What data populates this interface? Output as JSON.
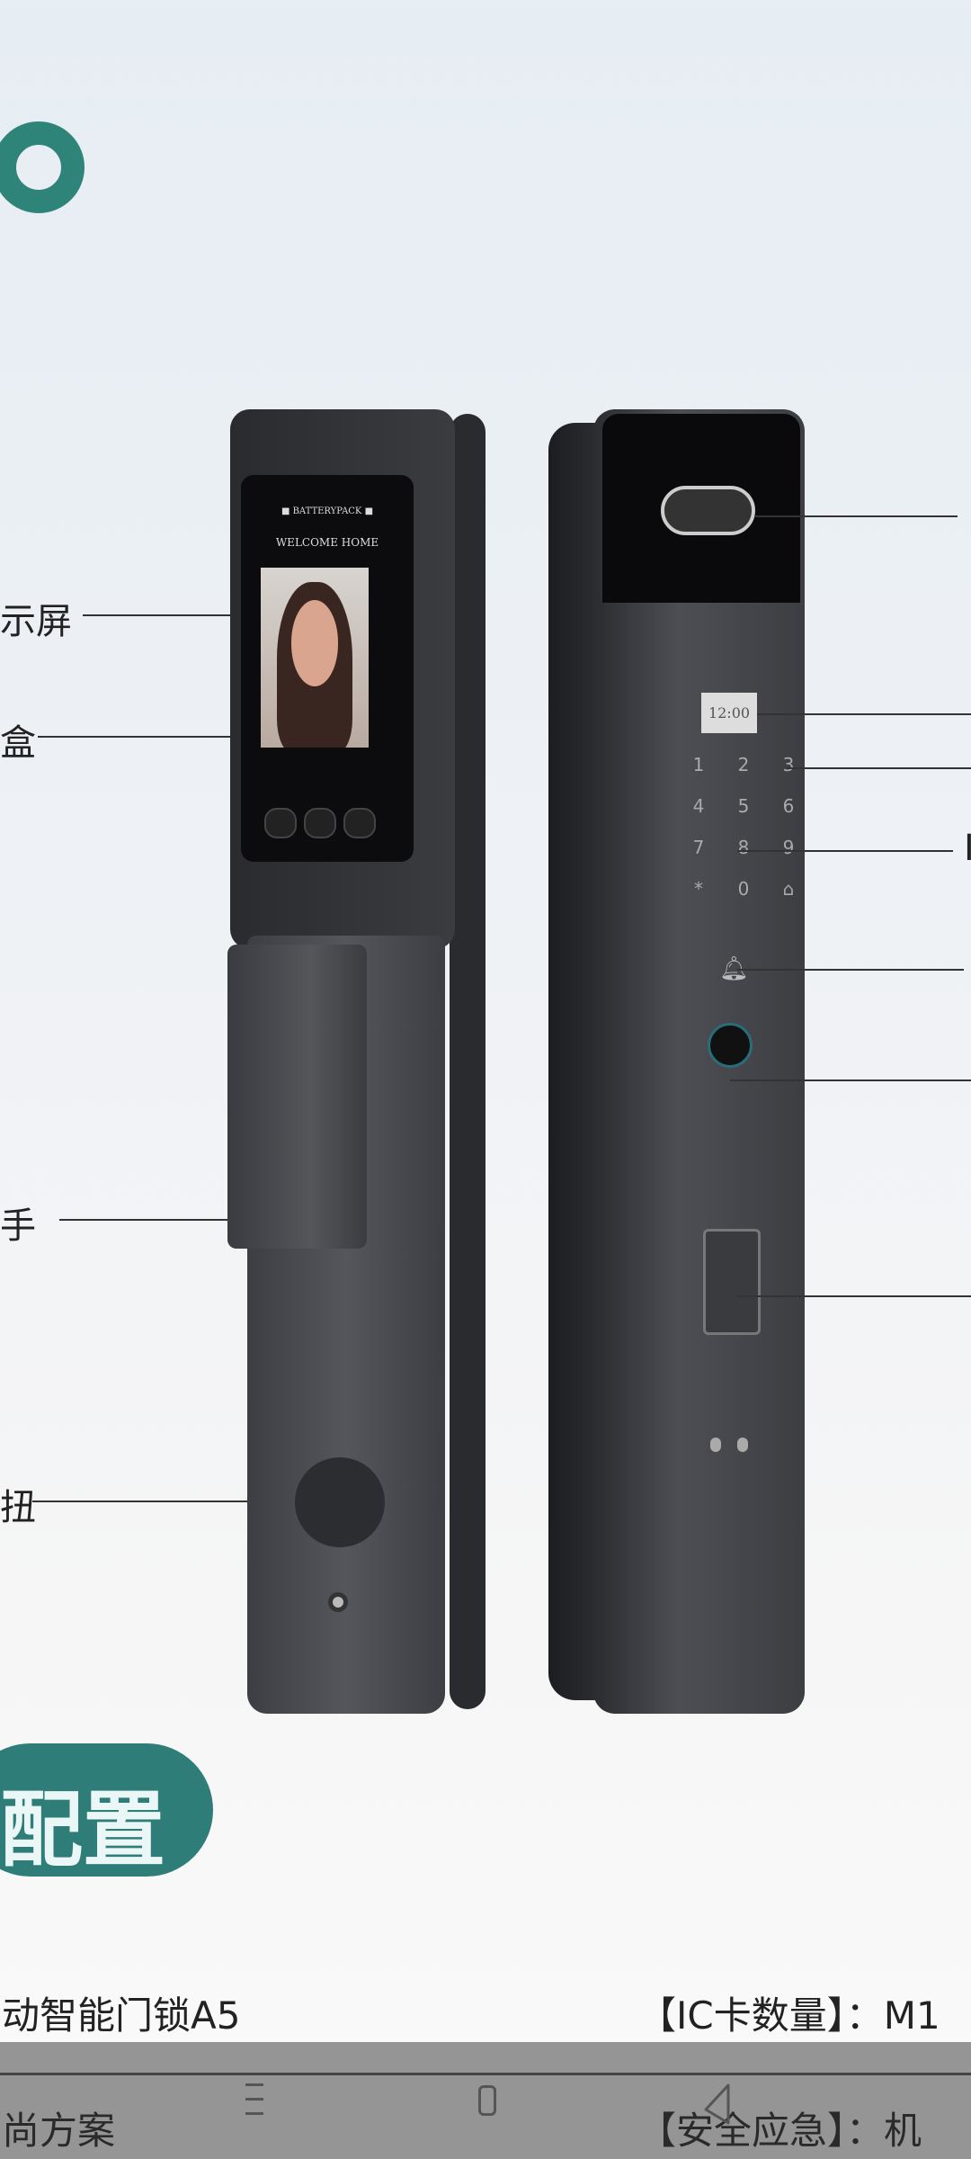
{
  "callouts_left": [
    "示屏",
    "盒",
    "手",
    "扭"
  ],
  "lock_screen": {
    "battery_text": "■ BATTERYPACK ■",
    "welcome_text": "WELCOME HOME"
  },
  "right_display": {
    "time": "12:00"
  },
  "keypad": [
    "1",
    "2",
    "3",
    "4",
    "5",
    "6",
    "7",
    "8",
    "9",
    "*",
    "0",
    "⌂"
  ],
  "right_partial_label": "I",
  "section_banner": "配置",
  "specs": {
    "row1_left": "动智能门锁A5",
    "row1_right": "【IC卡数量】：M1",
    "row2_left": "尚方案",
    "row2_right": "【安全应急】：机"
  },
  "colors": {
    "accent": "#2f7d78",
    "lock_body": "#3a3b40"
  }
}
